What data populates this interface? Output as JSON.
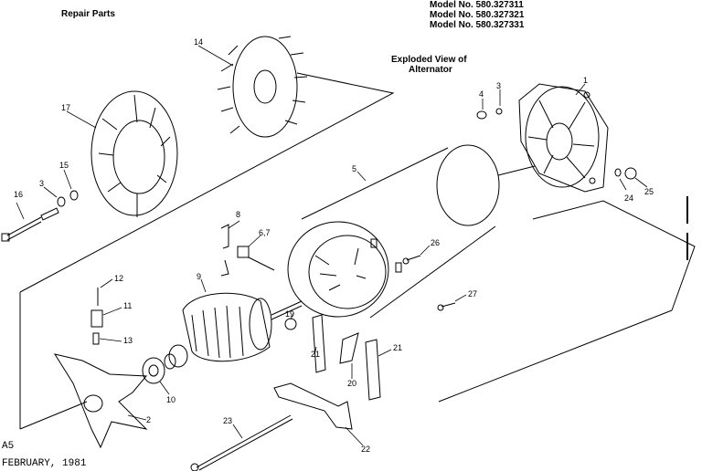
{
  "header": {
    "repair_parts": "Repair Parts",
    "models": [
      "Model No. 580.327311",
      "Model No. 580.327321",
      "Model No. 580.327331"
    ],
    "view_title_1": "Exploded View of",
    "view_title_2": "Alternator"
  },
  "footer": {
    "page_code": "A5",
    "date": "FEBRUARY, 1981"
  },
  "parts": {
    "p1": "1",
    "p2": "2",
    "p3a": "3",
    "p3b": "3",
    "p4": "4",
    "p5": "5",
    "p67": "6,7",
    "p8": "8",
    "p9": "9",
    "p10": "10",
    "p11": "11",
    "p12": "12",
    "p13": "13",
    "p14": "14",
    "p15": "15",
    "p16": "16",
    "p17": "17",
    "p19": "19",
    "p20": "20",
    "p21a": "21",
    "p21b": "21",
    "p22": "22",
    "p23": "23",
    "p24": "24",
    "p25": "25",
    "p26": "26",
    "p27": "27"
  }
}
